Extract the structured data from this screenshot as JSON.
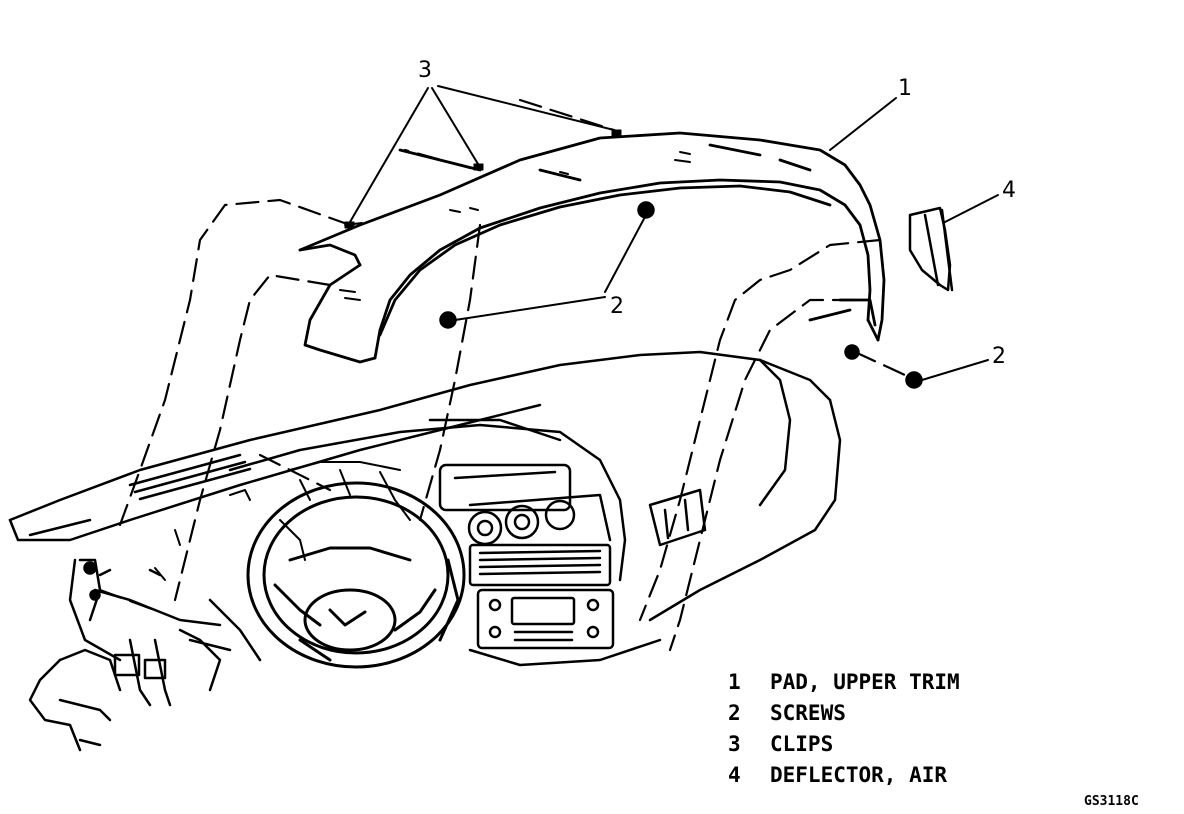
{
  "callouts": {
    "clips": "3",
    "pad": "1",
    "deflector": "4",
    "screws_left": "2",
    "screws_right": "2"
  },
  "legend": [
    {
      "num": "1",
      "label": "PAD, UPPER TRIM"
    },
    {
      "num": "2",
      "label": "SCREWS"
    },
    {
      "num": "3",
      "label": "CLIPS"
    },
    {
      "num": "4",
      "label": "DEFLECTOR, AIR"
    }
  ],
  "figure_code": "GS3118C",
  "colors": {
    "ink": "#000000",
    "paper": "#ffffff"
  }
}
